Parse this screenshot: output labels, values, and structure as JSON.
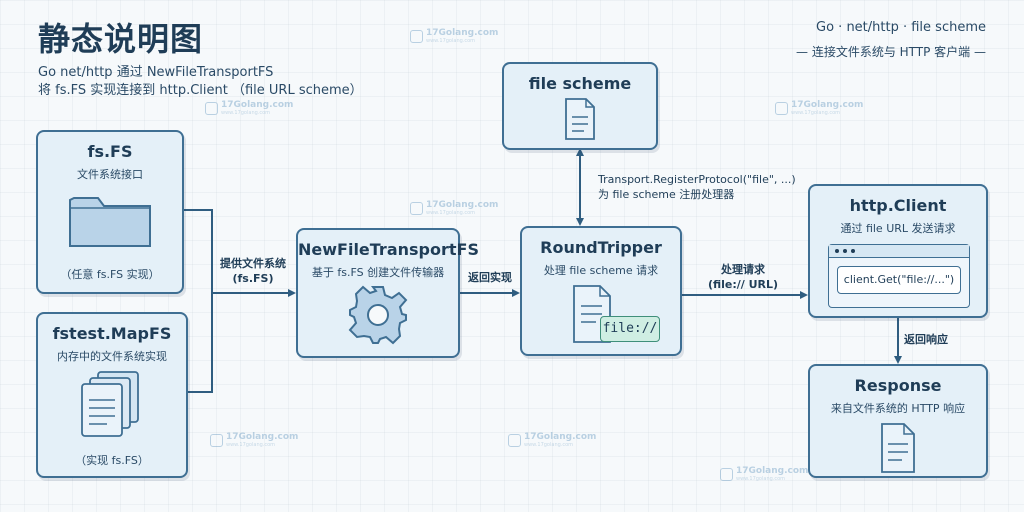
{
  "header": {
    "title": "静态说明图",
    "subtitle_line1": "Go net/http 通过 NewFileTransportFS",
    "subtitle_line2": "将 fs.FS 实现连接到 http.Client （file URL scheme）",
    "topright_line1": "Go · net/http · file scheme",
    "topright_line2": "— 连接文件系统与 HTTP 客户端 —"
  },
  "nodes": {
    "fsfs": {
      "title": "fs.FS",
      "subtitle": "文件系统接口",
      "footer": "（任意 fs.FS 实现）"
    },
    "mapfs": {
      "title": "fstest.MapFS",
      "subtitle": "内存中的文件系统实现",
      "footer": "（实现 fs.FS）"
    },
    "transport": {
      "title": "NewFileTransportFS",
      "subtitle": "基于 fs.FS 创建文件传输器"
    },
    "filescheme": {
      "title": "file scheme"
    },
    "roundtripper": {
      "title": "RoundTripper",
      "subtitle": "处理 file scheme 请求",
      "tag": "file://"
    },
    "client": {
      "title": "http.Client",
      "subtitle": "通过 file URL 发送请求",
      "code": "client.Get(\"file://...\")"
    },
    "response": {
      "title": "Response",
      "subtitle": "来自文件系统的 HTTP 响应"
    }
  },
  "edges": {
    "provide_line1": "提供文件系统",
    "provide_line2": "(fs.FS)",
    "return_impl": "返回实现",
    "register_line1": "Transport.RegisterProtocol(\"file\", ...)",
    "register_line2": "为 file scheme 注册处理器",
    "handle_line1": "处理请求",
    "handle_line2": "(file:// URL)",
    "return_resp": "返回响应"
  },
  "watermark": {
    "text": "17Golang.com",
    "sub": "www.17golang.com"
  },
  "colors": {
    "box_fill": "#e4f0f8",
    "box_border": "#3f6f93",
    "arrow": "#2f5d80",
    "accent_green": "#cfeee3",
    "text": "#1f3d57"
  }
}
